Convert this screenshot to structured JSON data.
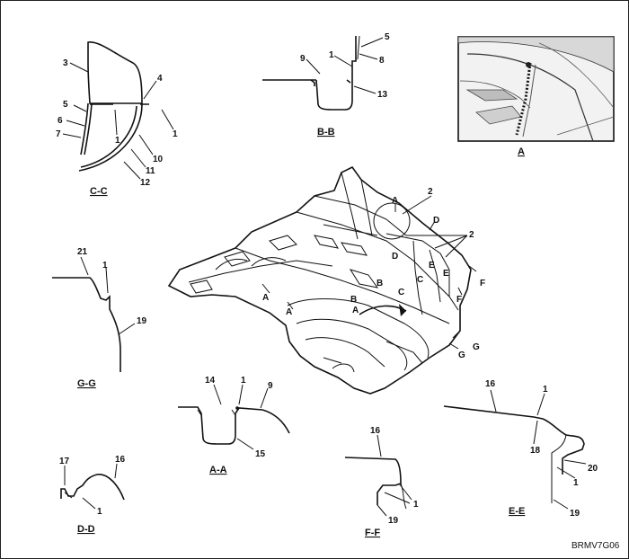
{
  "drawing_code": "BRMV7G06",
  "views": {
    "cc": {
      "caption": "C-C",
      "labels": [
        "3",
        "4",
        "5",
        "6",
        "7",
        "1",
        "1",
        "10",
        "11",
        "12"
      ]
    },
    "bb": {
      "caption": "B-B",
      "labels": [
        "5",
        "9",
        "1",
        "8",
        "13"
      ]
    },
    "a_detail": {
      "caption": "A"
    },
    "gg": {
      "caption": "G-G",
      "labels": [
        "21",
        "1",
        "19"
      ]
    },
    "aa": {
      "caption": "A-A",
      "labels": [
        "14",
        "1",
        "9",
        "15"
      ]
    },
    "dd": {
      "caption": "D-D",
      "labels": [
        "17",
        "16",
        "1"
      ]
    },
    "ff": {
      "caption": "F-F",
      "labels": [
        "16",
        "1",
        "19"
      ]
    },
    "ee": {
      "caption": "E-E",
      "labels": [
        "16",
        "1",
        "18",
        "20",
        "1",
        "19"
      ]
    }
  },
  "floor_markers": [
    "A",
    "2",
    "D",
    "2",
    "D",
    "E",
    "E",
    "F",
    "C",
    "C",
    "F",
    "B",
    "B",
    "A",
    "A",
    "A",
    "G",
    "G"
  ]
}
